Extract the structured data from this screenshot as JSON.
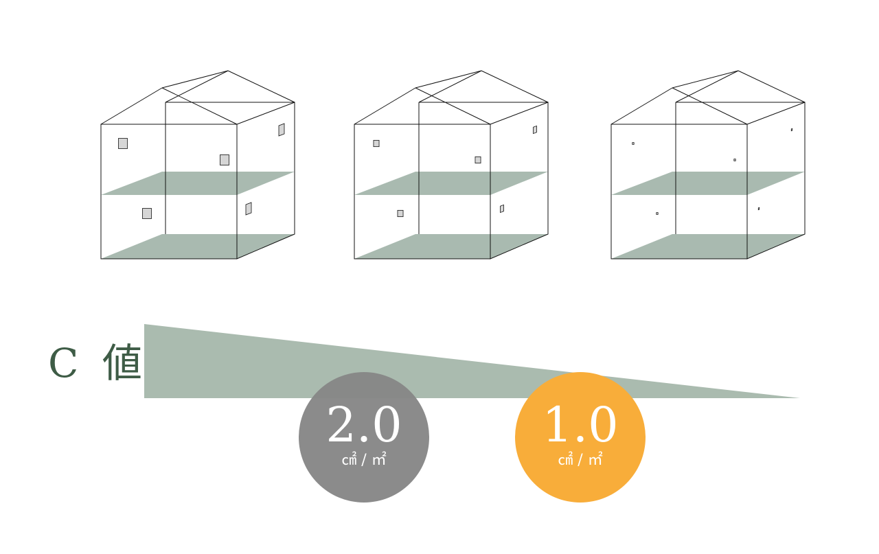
{
  "colors": {
    "floor": "#a9bab0",
    "wedge": "#aabbaf",
    "label": "#3e5c46",
    "badge_gray": "#878787",
    "badge_orange": "#f8ad3a",
    "window_fill": "#d6d6d6",
    "line": "#111111"
  },
  "label": {
    "text": "C 値"
  },
  "houses": [
    {
      "name": "house-large-gaps",
      "gap_level": "large"
    },
    {
      "name": "house-medium-gaps",
      "gap_level": "medium"
    },
    {
      "name": "house-small-gaps",
      "gap_level": "small"
    }
  ],
  "badges": [
    {
      "value": "2.0",
      "unit": "㎠ / ㎡"
    },
    {
      "value": "1.0",
      "unit": "㎠ / ㎡"
    }
  ]
}
